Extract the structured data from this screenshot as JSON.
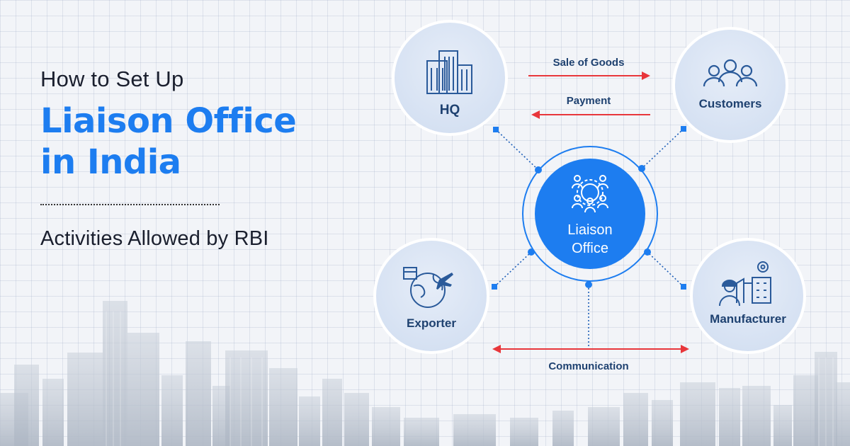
{
  "title": {
    "lead": "How to Set Up",
    "headline_line1": "Liaison Office",
    "headline_line2": "in India",
    "subtitle": "Activities Allowed by RBI"
  },
  "diagram": {
    "center": {
      "line1": "Liaison",
      "line2": "Office",
      "icon": "team-gear-icon"
    },
    "nodes": [
      {
        "id": "hq",
        "label": "HQ",
        "icon": "office-building-icon"
      },
      {
        "id": "customers",
        "label": "Customers",
        "icon": "people-group-icon"
      },
      {
        "id": "exporter",
        "label": "Exporter",
        "icon": "globe-airplane-box-icon"
      },
      {
        "id": "manufacturer",
        "label": "Manufacturer",
        "icon": "factory-worker-icon"
      }
    ],
    "flows": [
      {
        "label": "Sale of Goods",
        "direction": "HQ to Customers"
      },
      {
        "label": "Payment",
        "direction": "Customers to HQ"
      },
      {
        "label": "Communication",
        "direction": "Exporter to Manufacturer, both ways"
      }
    ]
  },
  "colors": {
    "accent_blue": "#1d7df0",
    "navy_text": "#1e4170",
    "arrow_red": "#e8363b",
    "node_fill": "#dde7f5",
    "background": "#f2f4f8"
  }
}
